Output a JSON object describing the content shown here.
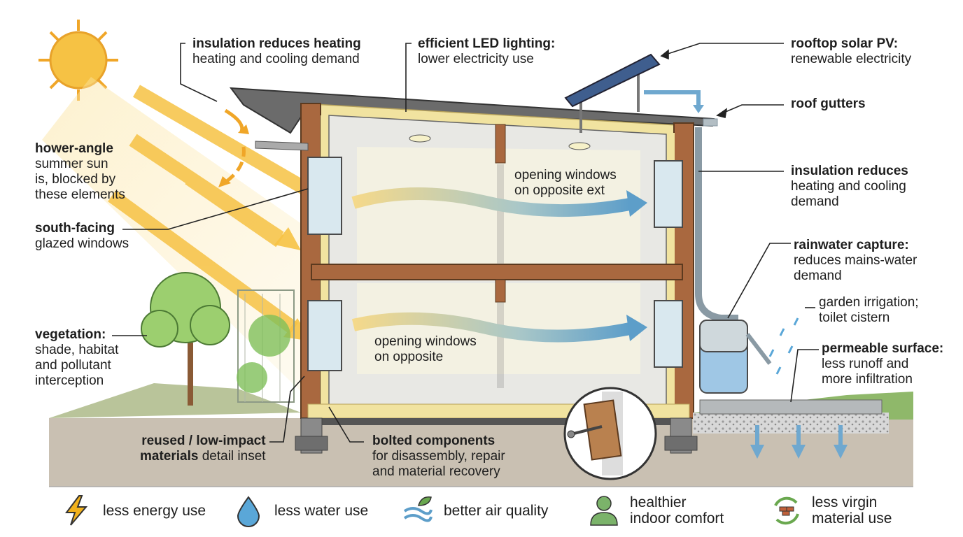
{
  "labels": {
    "insulation_roof": {
      "title": "insulation reduces heating",
      "text": "heating and cooling demand"
    },
    "led": {
      "title": "efficient LED lighting:",
      "text": "lower electricity use"
    },
    "solar": {
      "title": "rooftop solar PV:",
      "text": "renewable electricity"
    },
    "gutters": {
      "title": "roof gutters"
    },
    "sun_angle": {
      "title": "hower-angle",
      "lines": [
        "summer sun",
        "is, blocked by",
        "these elements"
      ]
    },
    "south_windows": {
      "title": "south-facing",
      "text": "glazed windows"
    },
    "insulation_wall": {
      "title": "insulation reduces",
      "lines": [
        "heating and cooling",
        "demand"
      ]
    },
    "rainwater": {
      "title": "rainwater capture:",
      "lines": [
        "reduces mains-water",
        "demand"
      ]
    },
    "irrigation": {
      "lines": [
        "garden irrigation;",
        "toilet cistern"
      ]
    },
    "vegetation": {
      "title": "vegetation:",
      "lines": [
        "shade, habitat",
        "and pollutant",
        "interception"
      ]
    },
    "permeable": {
      "title": "permeable surface:",
      "lines": [
        "less runoff and",
        "more infiltration"
      ]
    },
    "reused": {
      "title": "reused / low-impact",
      "bold2": "materials",
      "text2": " detail inset"
    },
    "bolted": {
      "title": "bolted components",
      "lines": [
        "for disassembly, repair",
        "and material recovery"
      ]
    },
    "vent_upper": {
      "lines": [
        "opening windows",
        "on opposite ext"
      ]
    },
    "vent_lower": {
      "lines": [
        "opening windows",
        "on opposite"
      ]
    }
  },
  "legend": [
    {
      "icon": "lightning-icon",
      "label": "less energy use",
      "color": "#f2b21c"
    },
    {
      "icon": "water-drop-icon",
      "label": "less water use",
      "color": "#5aa7d8"
    },
    {
      "icon": "air-quality-icon",
      "label": "better air quality",
      "color": "#6aa84f"
    },
    {
      "icon": "person-icon",
      "label": "healthier indoor comfort",
      "lines": [
        "healthier",
        "indoor comfort"
      ],
      "color": "#7bb36a"
    },
    {
      "icon": "recycle-bricks-icon",
      "label": "less virgin material use",
      "lines": [
        "less virgin",
        "material use"
      ],
      "color": "#6aa84f"
    }
  ],
  "colors": {
    "sun": "#f6c244",
    "insulation": "#f1e3a0",
    "timber": "#a9683f",
    "ground": "#c7bfb1",
    "water": "#5aa7d8",
    "arrow_blue": "#6fa8cf"
  }
}
